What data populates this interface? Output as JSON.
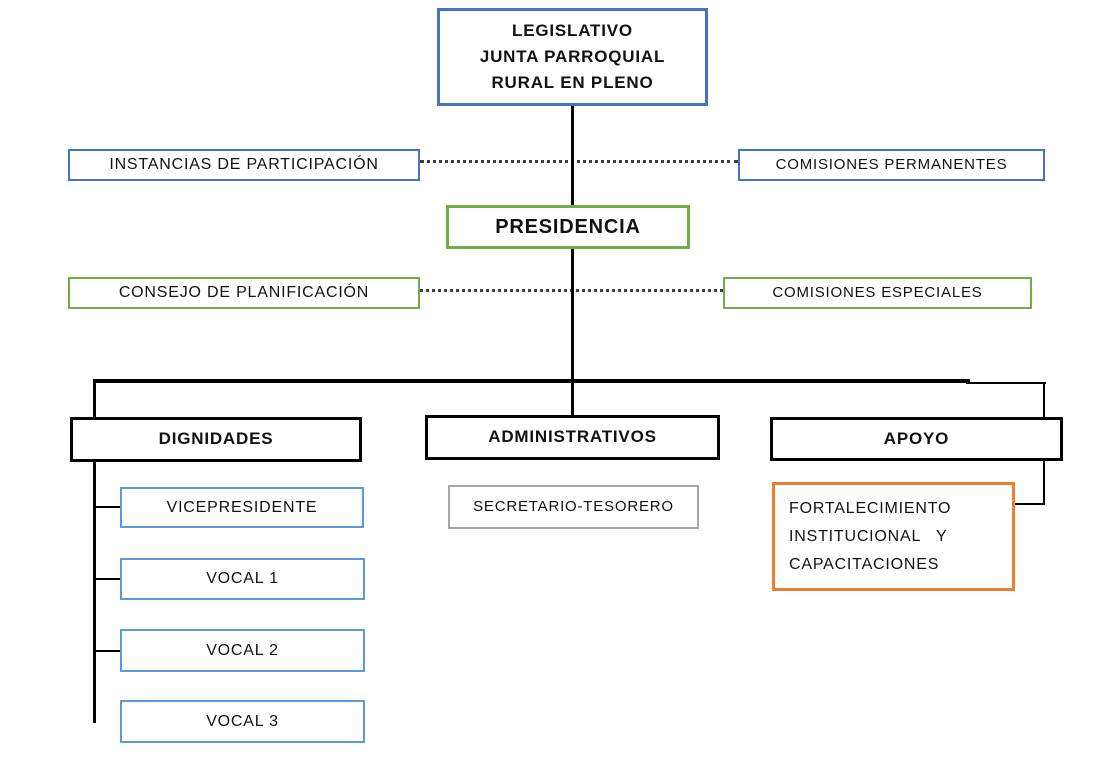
{
  "diagram": {
    "type": "org-chart",
    "colors": {
      "blue": "#4472C4",
      "light_blue": "#5B9BD5",
      "green": "#70AD47",
      "orange": "#ED7D31",
      "gray": "#A6A6A6",
      "black": "#000000",
      "dotted_connector": "#3d3d3d"
    },
    "nodes": {
      "legislativo": {
        "lines": [
          "LEGISLATIVO",
          "JUNTA PARROQUIAL",
          "RURAL EN PLENO"
        ],
        "border_color": "#4472C4"
      },
      "instancias": {
        "label": "INSTANCIAS DE PARTICIPACIÓN",
        "border_color": "#4472C4"
      },
      "comisiones_permanentes": {
        "label": "COMISIONES PERMANENTES",
        "border_color": "#4472C4"
      },
      "presidencia": {
        "label": "PRESIDENCIA",
        "border_color": "#70AD47"
      },
      "consejo_planificacion": {
        "label": "CONSEJO DE PLANIFICACIÓN",
        "border_color": "#70AD47"
      },
      "comisiones_especiales": {
        "label": "COMISIONES ESPECIALES",
        "border_color": "#70AD47"
      },
      "dignidades": {
        "label": "DIGNIDADES",
        "border_color": "#000000"
      },
      "administrativos": {
        "label": "ADMINISTRATIVOS",
        "border_color": "#000000"
      },
      "apoyo": {
        "label": "APOYO",
        "border_color": "#000000"
      },
      "vicepresidente": {
        "label": "VICEPRESIDENTE",
        "border_color": "#5B9BD5"
      },
      "vocal1": {
        "label": "VOCAL 1",
        "border_color": "#5B9BD5"
      },
      "vocal2": {
        "label": "VOCAL 2",
        "border_color": "#5B9BD5"
      },
      "vocal3": {
        "label": "VOCAL 3",
        "border_color": "#5B9BD5"
      },
      "secretario_tesorero": {
        "label": "SECRETARIO-TESORERO",
        "border_color": "#A6A6A6"
      },
      "fortalecimiento": {
        "lines": [
          "FORTALECIMIENTO",
          "INSTITUCIONAL   Y",
          "CAPACITACIONES"
        ],
        "border_color": "#ED7D31"
      }
    },
    "edges": [
      {
        "from": "legislativo",
        "to": "presidencia",
        "style": "solid"
      },
      {
        "from": "instancias",
        "to": "comisiones_permanentes",
        "style": "dotted"
      },
      {
        "from": "consejo_planificacion",
        "to": "comisiones_especiales",
        "style": "dotted"
      },
      {
        "from": "presidencia",
        "to": "dignidades",
        "style": "solid"
      },
      {
        "from": "presidencia",
        "to": "administrativos",
        "style": "solid"
      },
      {
        "from": "presidencia",
        "to": "apoyo",
        "style": "solid"
      },
      {
        "from": "dignidades",
        "to": "vicepresidente",
        "style": "solid"
      },
      {
        "from": "dignidades",
        "to": "vocal1",
        "style": "solid"
      },
      {
        "from": "dignidades",
        "to": "vocal2",
        "style": "solid"
      },
      {
        "from": "dignidades",
        "to": "vocal3",
        "style": "solid"
      },
      {
        "from": "apoyo",
        "to": "fortalecimiento",
        "style": "solid"
      }
    ]
  }
}
